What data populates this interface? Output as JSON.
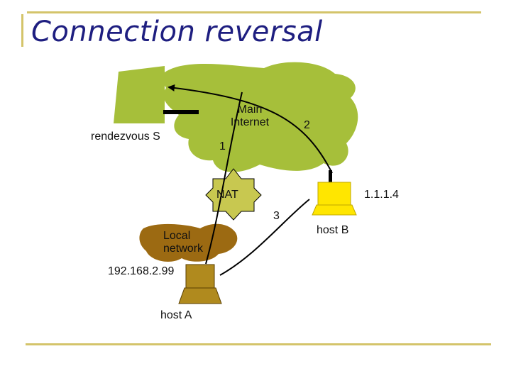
{
  "title": "Connection reversal",
  "labels": {
    "rendezvous": "rendezvous S",
    "main_internet_line1": "Main",
    "main_internet_line2": "Internet",
    "nat": "NAT",
    "local_network_line1": "Local",
    "local_network_line2": "network",
    "host_a_ip": "192.168.2.99",
    "host_a": "host A",
    "host_b_ip": "1.1.1.4",
    "host_b": "host B",
    "step1": "1",
    "step2": "2",
    "step3": "3"
  },
  "colors": {
    "title": "#1e1e80",
    "frame": "#d4c46a",
    "internet": "#a6bf3a",
    "server": "#a6bf3a",
    "nat": "#c8c850",
    "local_network": "#9c6a12",
    "host_a": "#b08a1e",
    "host_b": "#ffe600"
  }
}
